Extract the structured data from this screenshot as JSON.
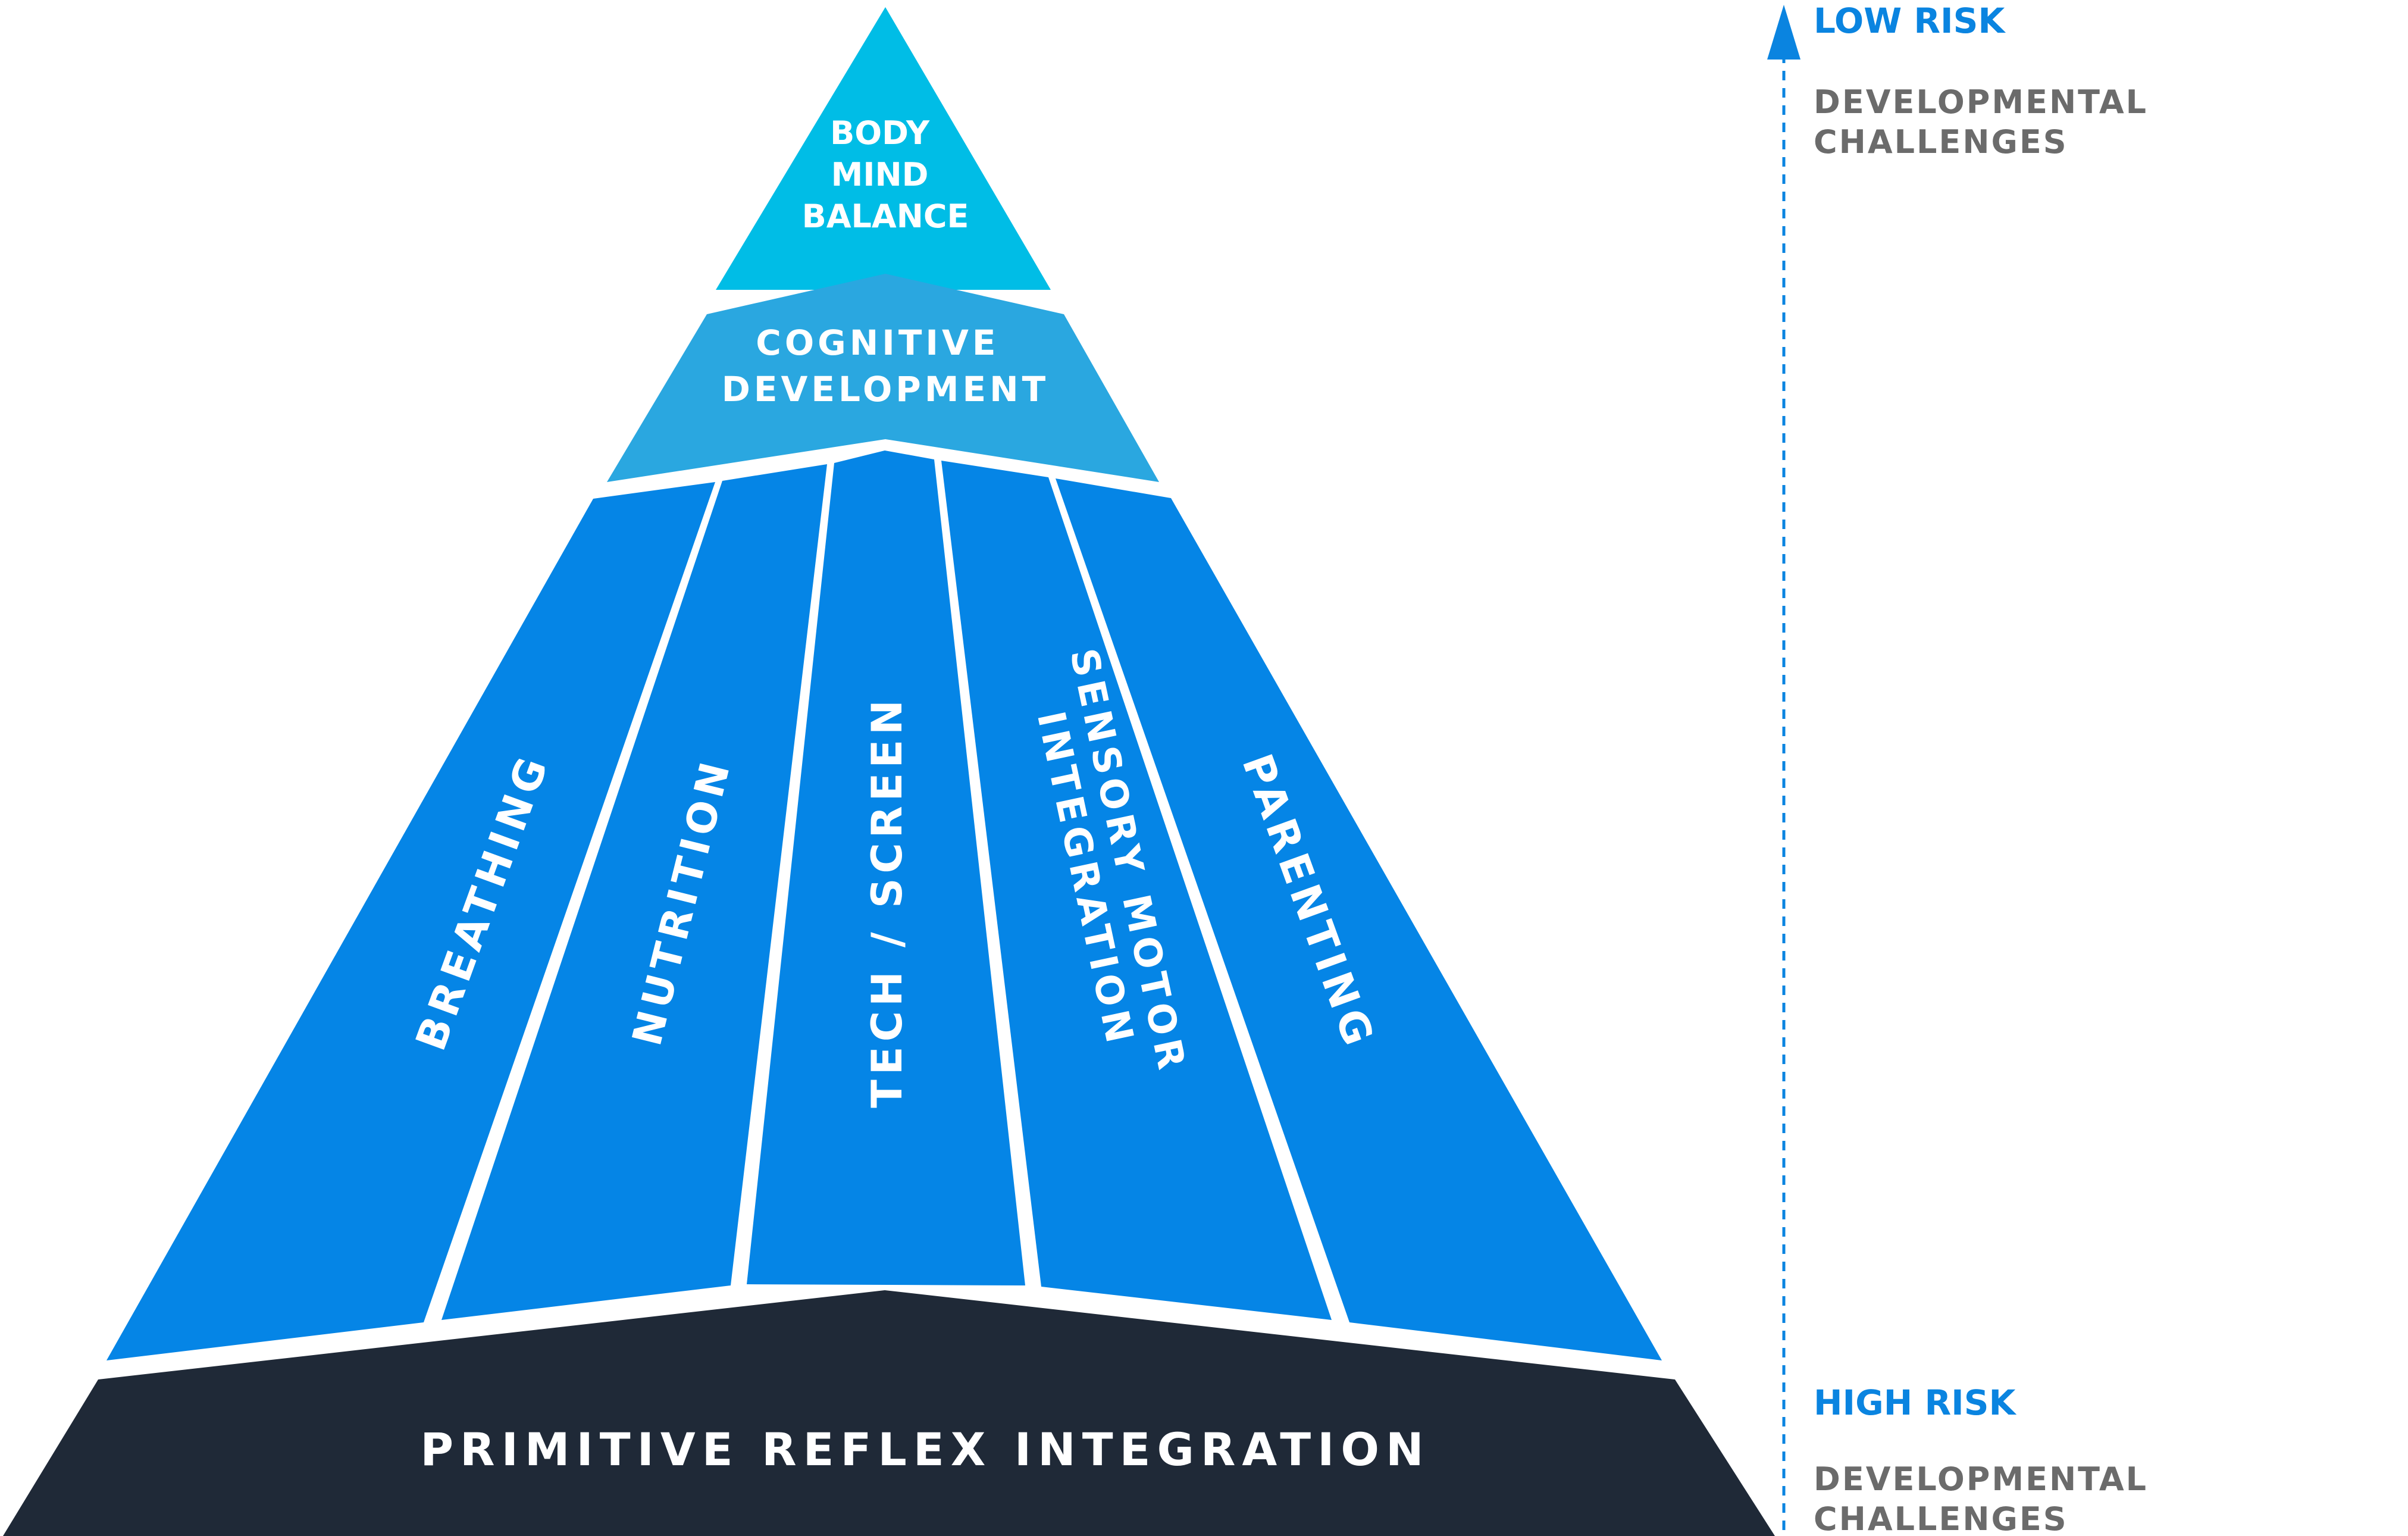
{
  "colors": {
    "apex": "#00bde6",
    "cognitive": "#2aa7e0",
    "pillar": "#0585e6",
    "base": "#1f2937",
    "risk_blue": "#0a84e0",
    "risk_grey": "#6b6b6b",
    "separator": "#ffffff"
  },
  "pyramid": {
    "apex": {
      "lines": [
        "BODY",
        "MIND",
        "BALANCE"
      ]
    },
    "cognitive": {
      "lines": [
        "COGNITIVE",
        "DEVELOPMENT"
      ]
    },
    "pillars": [
      {
        "lines": [
          "BREATHING"
        ]
      },
      {
        "lines": [
          "NUTRITION"
        ]
      },
      {
        "lines": [
          "TECH / SCREEN"
        ]
      },
      {
        "lines": [
          "SENSORY MOTOR",
          "INTEGRATION"
        ]
      },
      {
        "lines": [
          "PARENTING"
        ]
      }
    ],
    "base": {
      "label": "PRIMITIVE REFLEX INTEGRATION"
    }
  },
  "risk_scale": {
    "top": {
      "title": "LOW RISK",
      "lines": [
        "DEVELOPMENTAL",
        "CHALLENGES"
      ]
    },
    "bottom": {
      "title": "HIGH RISK",
      "lines": [
        "DEVELOPMENTAL",
        "CHALLENGES"
      ]
    },
    "arrow_icon": "arrow-up-icon"
  }
}
